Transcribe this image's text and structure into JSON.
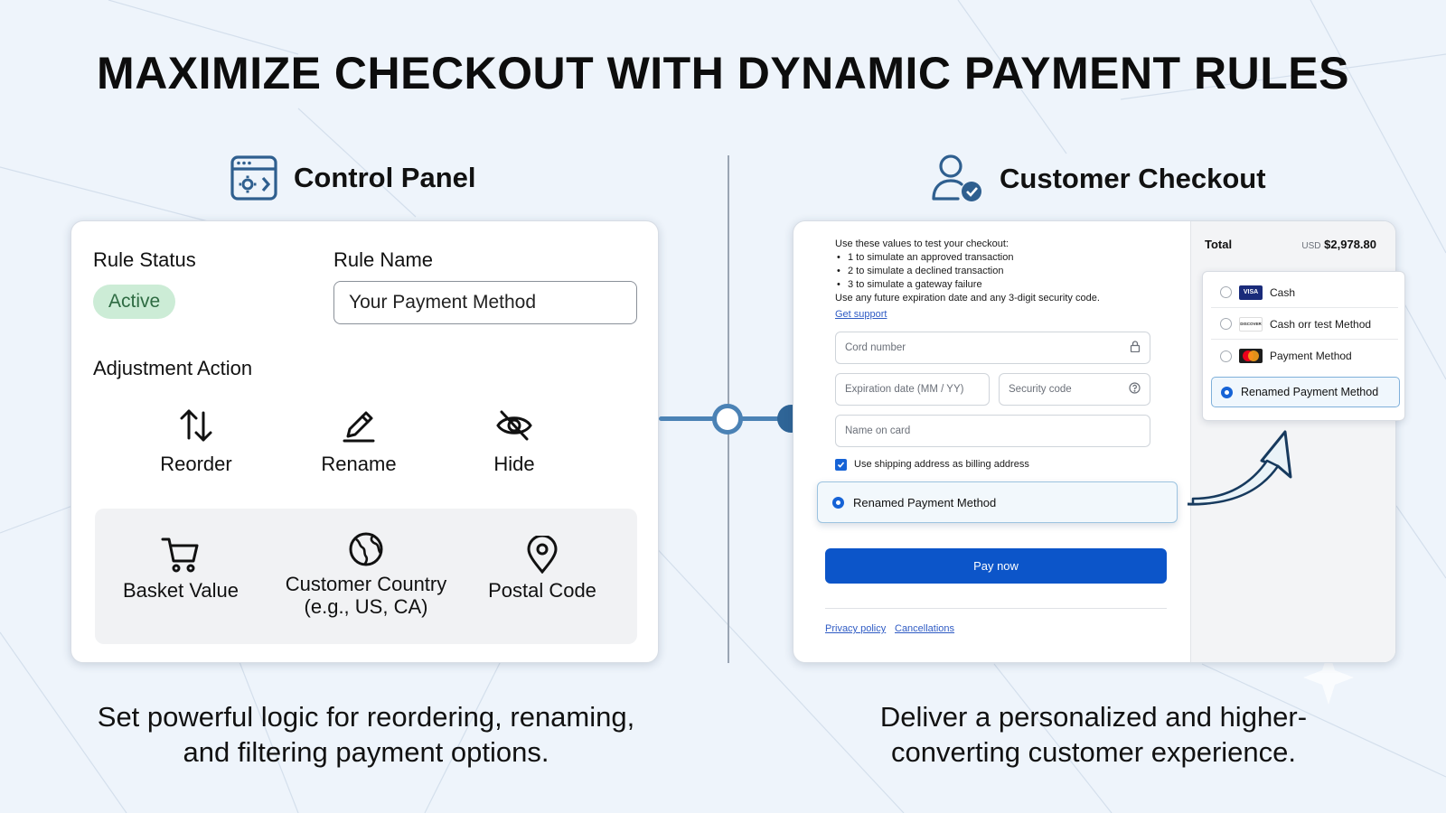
{
  "headline": "MAXIMIZE CHECKOUT WITH DYNAMIC PAYMENT RULES",
  "control_panel": {
    "title": "Control Panel",
    "icon": "settings-window-icon",
    "rule_status_label": "Rule Status",
    "rule_status_value": "Active",
    "rule_name_label": "Rule Name",
    "rule_name_value": "Your Payment Method",
    "adjustment_action_label": "Adjustment Action",
    "actions": [
      {
        "label": "Reorder",
        "icon": "reorder-arrows-icon"
      },
      {
        "label": "Rename",
        "icon": "pencil-icon"
      },
      {
        "label": "Hide",
        "icon": "eye-slash-icon"
      }
    ],
    "conditions": [
      {
        "label": "Basket Value",
        "sub": "",
        "icon": "cart-icon"
      },
      {
        "label": "Customer Country",
        "sub": "(e.g., US, CA)",
        "icon": "globe-icon"
      },
      {
        "label": "Postal Code",
        "sub": "",
        "icon": "location-pin-icon"
      }
    ],
    "caption_line1": "Set powerful logic for reordering, renaming,",
    "caption_line2": "and filtering payment options."
  },
  "customer_checkout": {
    "title": "Customer Checkout",
    "icon": "user-check-icon",
    "test_intro": "Use these values to test your checkout:",
    "test_items": [
      "1 to simulate an approved transaction",
      "2 to simulate a declined transaction",
      "3 to simulate a gateway failure"
    ],
    "test_outro": "Use any future expiration date and any 3-digit security code.",
    "support_link": "Get support",
    "card_number_placeholder": "Cord number",
    "expiration_placeholder": "Expiration date (MM / YY)",
    "security_placeholder": "Security code",
    "name_placeholder": "Name on card",
    "billing_checkbox_label": "Use shipping address as billing address",
    "billing_checked": true,
    "selected_method_callout": "Renamed Payment Method",
    "pay_button": "Pay now",
    "footer_links": [
      "Privacy policy",
      "Cancellations"
    ],
    "total_label": "Total",
    "total_currency": "USD",
    "total_amount": "$2,978.80",
    "payment_methods": [
      {
        "label": "Cash",
        "logo": "VISA",
        "logo_icon": "visa-card-icon"
      },
      {
        "label": "Cash orr test Method",
        "logo": "DISCOVER",
        "logo_icon": "discover-card-icon"
      },
      {
        "label": "Payment Method",
        "logo": "",
        "logo_icon": "mastercard-icon"
      }
    ],
    "selected_method": "Renamed Payment Method",
    "caption_line1": "Deliver a personalized and higher-",
    "caption_line2": "converting customer experience."
  },
  "colors": {
    "background": "#eef4fb",
    "accent_blue": "#0c55c9",
    "connector": "#4b82b5",
    "active_badge_bg": "#ccecd6",
    "active_badge_text": "#2e6b42"
  }
}
